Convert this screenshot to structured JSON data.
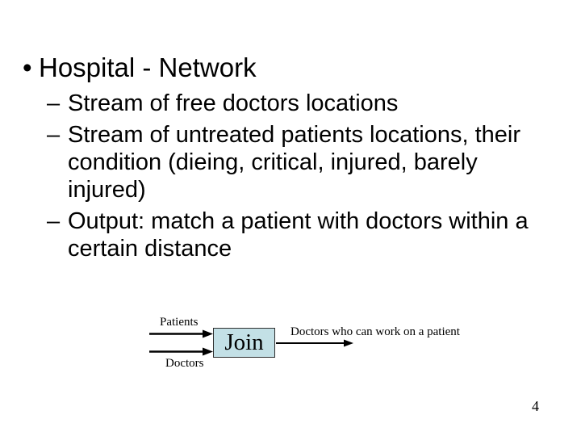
{
  "slide": {
    "title": {
      "bullet": "•",
      "text": "Hospital - Network"
    },
    "bullets": [
      {
        "dash": "–",
        "lines": [
          "Stream of free doctors locations"
        ]
      },
      {
        "dash": "–",
        "lines": [
          "Stream of untreated patients locations, their",
          "condition (dieing, critical, injured, barely",
          "injured)"
        ]
      },
      {
        "dash": "–",
        "lines": [
          "Output: match a patient with doctors within a",
          "certain distance"
        ]
      }
    ],
    "diagram": {
      "patients_label": "Patients",
      "doctors_label": "Doctors",
      "join_label": "Join",
      "output_label": "Doctors who can work on a patient",
      "join_fill": "#c3e0e6",
      "arrow_color": "#000000"
    },
    "page_number": "4",
    "background_color": "#ffffff",
    "text_color": "#000000"
  }
}
